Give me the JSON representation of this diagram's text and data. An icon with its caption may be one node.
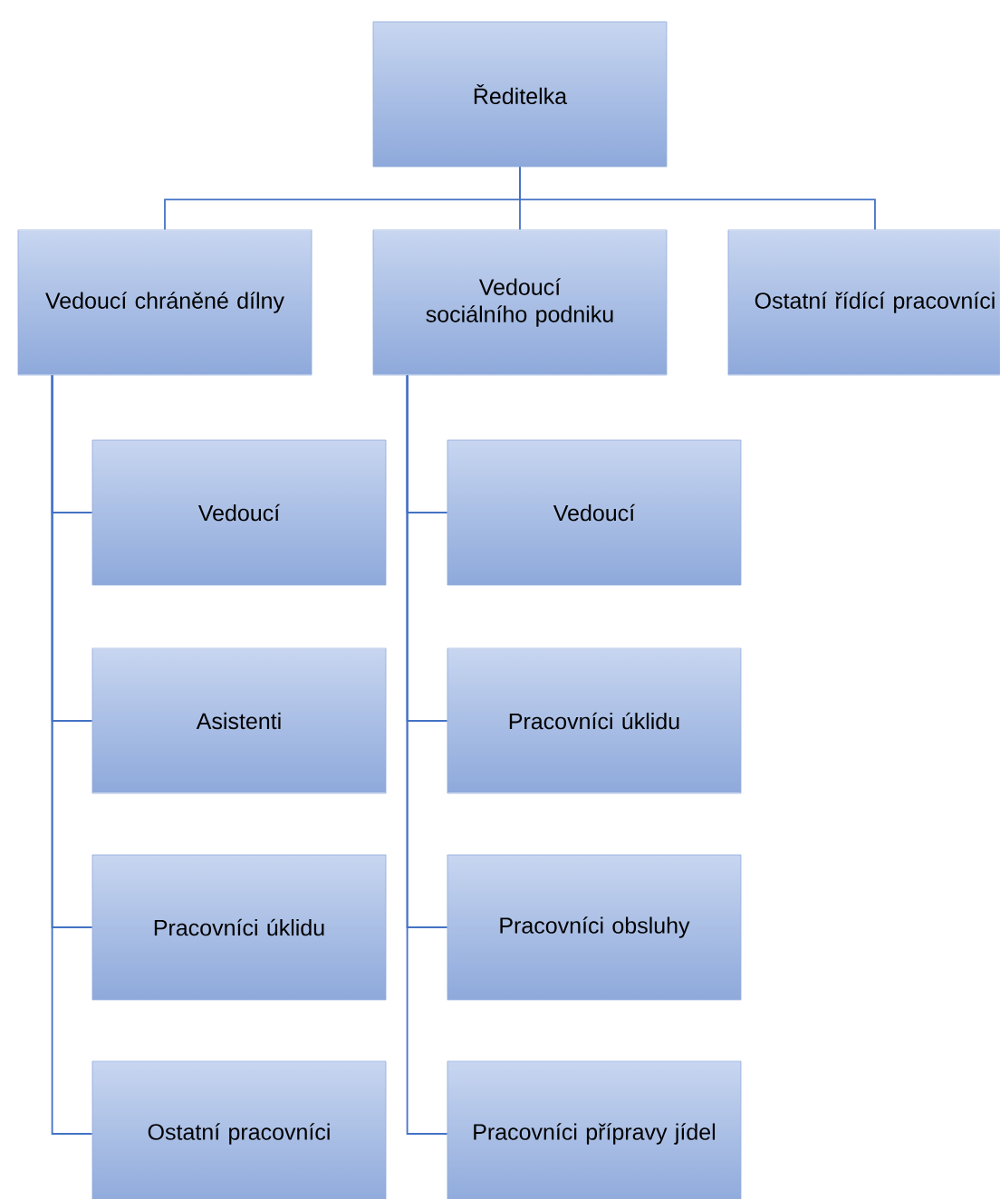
{
  "diagram": {
    "nodes": [
      {
        "text": [
          "Ředitelka"
        ]
      },
      {
        "text": [
          "Vedoucí chráněné dílny"
        ]
      },
      {
        "text": [
          "Vedoucí sociálního podniku"
        ]
      },
      {
        "text": [
          "Ostatní řídící pracovníci"
        ]
      },
      {
        "text": [
          "Vedoucí"
        ]
      },
      {
        "text": [
          "Vedoucí"
        ]
      },
      {
        "text": [
          "Asistenti"
        ]
      },
      {
        "text": [
          "Pracovníci úklidu"
        ]
      },
      {
        "text": [
          "Pracovníci úklidu"
        ]
      },
      {
        "text": [
          "Pracovníci obsluhy"
        ]
      },
      {
        "text": [
          "Ostatní pracovníci"
        ]
      },
      {
        "text": [
          "Pracovníci přípravy jídel"
        ]
      }
    ],
    "edges": [
      {
        "from": 0,
        "to": 1,
        "arrow": "none"
      },
      {
        "from": 0,
        "to": 2,
        "arrow": "none"
      },
      {
        "from": 0,
        "to": 3,
        "arrow": "none"
      },
      {
        "from": 1,
        "to": 4,
        "arrow": "none"
      },
      {
        "from": 1,
        "to": 6,
        "arrow": "none"
      },
      {
        "from": 1,
        "to": 8,
        "arrow": "none"
      },
      {
        "from": 1,
        "to": 10,
        "arrow": "none"
      },
      {
        "from": 2,
        "to": 5,
        "arrow": "none"
      },
      {
        "from": 2,
        "to": 7,
        "arrow": "none"
      },
      {
        "from": 2,
        "to": 9,
        "arrow": "none"
      },
      {
        "from": 2,
        "to": 11,
        "arrow": "none"
      }
    ]
  }
}
